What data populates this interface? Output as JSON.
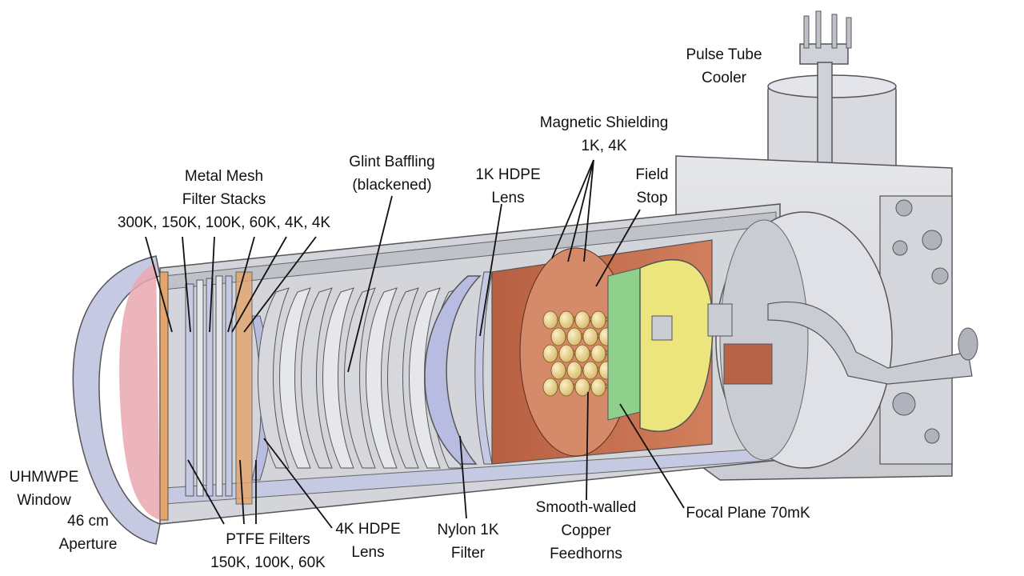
{
  "labels": {
    "pulse_tube": [
      "Pulse Tube",
      "Cooler"
    ],
    "magnetic_shielding": [
      "Magnetic Shielding",
      "1K, 4K"
    ],
    "metal_mesh": [
      "Metal Mesh",
      "Filter Stacks",
      "300K, 150K, 100K, 60K, 4K, 4K"
    ],
    "glint_baffling": [
      "Glint Baffling",
      "(blackened)"
    ],
    "hdpe_1k_lens": [
      "1K HDPE",
      "Lens"
    ],
    "field_stop": [
      "Field",
      "Stop"
    ],
    "uhmwpe_window": [
      "UHMWPE",
      "Window"
    ],
    "aperture": [
      "46 cm",
      "Aperture"
    ],
    "ptfe_filters": [
      "PTFE Filters",
      "150K, 100K, 60K"
    ],
    "hdpe_4k_lens": [
      "4K HDPE",
      "Lens"
    ],
    "nylon_filter": [
      "Nylon 1K",
      "Filter"
    ],
    "feedhorns": [
      "Smooth-walled",
      "Copper",
      "Feedhorns"
    ],
    "focal_plane": [
      "Focal Plane 70mK"
    ]
  },
  "colors": {
    "housing": "#d9dbe0",
    "housing_dark": "#b9bcc4",
    "shell_blue": "#c6c9e2",
    "window_pink": "#e9a8b0",
    "filter_orange": "#e4a46a",
    "copper_shield": "#c8704f",
    "feedhorn_gold": "#e9d39a",
    "focal_plane_yellow": "#ece57e",
    "focal_plane_green": "#8fd08d",
    "lens_lavender": "#b8bce0",
    "leader": "#111111"
  }
}
